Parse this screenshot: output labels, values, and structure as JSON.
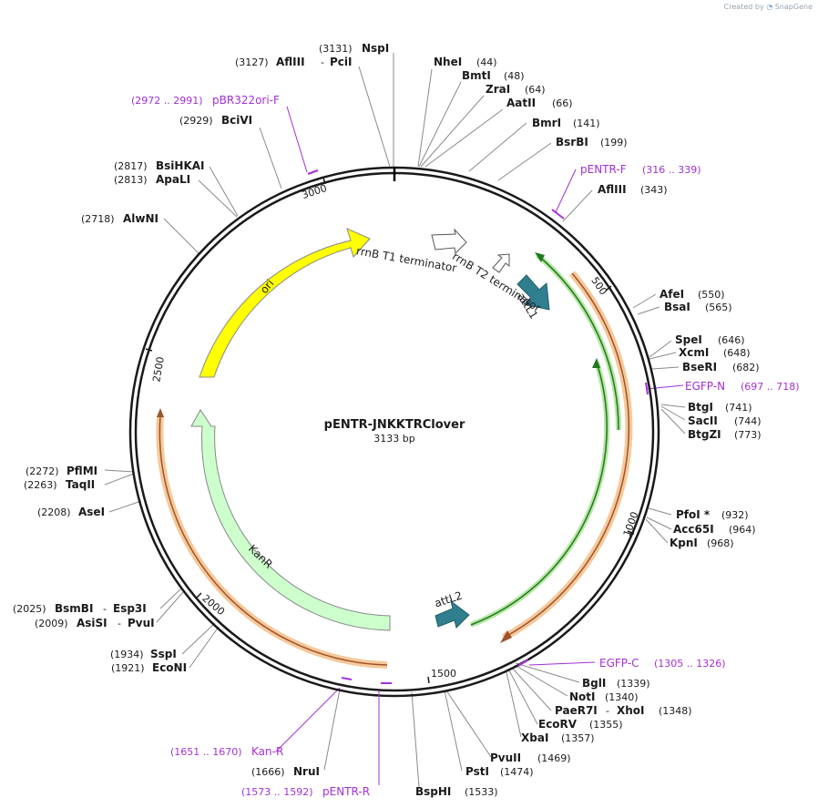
{
  "branding": {
    "created_by": "Created by",
    "brand": "SnapGene"
  },
  "plasmid": {
    "name": "pENTR-JNKKTRClover",
    "length": "3133 bp"
  },
  "ticks": [
    "500",
    "1000",
    "1500",
    "2000",
    "2500",
    "3000"
  ],
  "colors": {
    "primer": "#a42fd6",
    "ori": "#ffff00",
    "kanr": "#ccffcc",
    "att": "#2f7f8f",
    "egfp": "#1e7a1e",
    "orange": "#f0a860"
  },
  "features": {
    "ori": "ori",
    "kanr": "KanR",
    "attl1": "attL1",
    "attl2": "attL2",
    "rrnb_t1": "rrnB T1 terminator",
    "rrnb_t2": "rrnB T2 terminator"
  },
  "enzymes": {
    "nspi": {
      "name": "NspI",
      "pos": "(3131)"
    },
    "afliii_pcii": {
      "name": "AflIII",
      "name2": "PciI",
      "pos": "(3127)"
    },
    "nhei": {
      "name": "NheI",
      "pos": "(44)"
    },
    "bmti": {
      "name": "BmtI",
      "pos": "(48)"
    },
    "zrai": {
      "name": "ZraI",
      "pos": "(64)"
    },
    "aatii": {
      "name": "AatII",
      "pos": "(66)"
    },
    "bmri": {
      "name": "BmrI",
      "pos": "(141)"
    },
    "bsrbi": {
      "name": "BsrBI",
      "pos": "(199)"
    },
    "afliii": {
      "name": "AflIII",
      "pos": "(343)"
    },
    "afei": {
      "name": "AfeI",
      "pos": "(550)"
    },
    "bsai": {
      "name": "BsaI",
      "pos": "(565)"
    },
    "spei": {
      "name": "SpeI",
      "pos": "(646)"
    },
    "xcmi": {
      "name": "XcmI",
      "pos": "(648)"
    },
    "beri": {
      "name": "BseRI",
      "pos": "(682)"
    },
    "btgi": {
      "name": "BtgI",
      "pos": "(741)"
    },
    "sacii": {
      "name": "SacII",
      "pos": "(744)"
    },
    "btgzi": {
      "name": "BtgZI",
      "pos": "(773)"
    },
    "pfoi": {
      "name": "PfoI *",
      "pos": "(932)"
    },
    "acc65i": {
      "name": "Acc65I",
      "pos": "(964)"
    },
    "kpni": {
      "name": "KpnI",
      "pos": "(968)"
    },
    "bgli": {
      "name": "BglI",
      "pos": "(1339)"
    },
    "noti": {
      "name": "NotI",
      "pos": "(1340)"
    },
    "paer7i": {
      "name": "PaeR7I",
      "name2": "XhoI",
      "pos": "(1348)"
    },
    "ecorv": {
      "name": "EcoRV",
      "pos": "(1355)"
    },
    "xbai": {
      "name": "XbaI",
      "pos": "(1357)"
    },
    "pvuii": {
      "name": "PvuII",
      "pos": "(1469)"
    },
    "psti": {
      "name": "PstI",
      "pos": "(1474)"
    },
    "bsphi": {
      "name": "BspHI",
      "pos": "(1533)"
    },
    "nrui": {
      "name": "NruI",
      "pos": "(1666)"
    },
    "econi": {
      "name": "EcoNI",
      "pos": "(1921)"
    },
    "sspi": {
      "name": "SspI",
      "pos": "(1934)"
    },
    "asisi": {
      "name": "AsiSI",
      "name2": "PvuI",
      "pos": "(2009)"
    },
    "bsmbi": {
      "name": "BsmBI",
      "name2": "Esp3I",
      "pos": "(2025)"
    },
    "asei": {
      "name": "AseI",
      "pos": "(2208)"
    },
    "taqii": {
      "name": "TaqII",
      "pos": "(2263)"
    },
    "pflmi": {
      "name": "PflMI",
      "pos": "(2272)"
    },
    "alwni": {
      "name": "AlwNI",
      "pos": "(2718)"
    },
    "apali": {
      "name": "ApaLI",
      "pos": "(2813)"
    },
    "bsihkai": {
      "name": "BsiHKAI",
      "pos": "(2817)"
    },
    "bcivi": {
      "name": "BciVI",
      "pos": "(2929)"
    }
  },
  "primers": {
    "pbr322": {
      "name": "pBR322ori-F",
      "pos": "(2972 .. 2991)"
    },
    "pentr_f": {
      "name": "pENTR-F",
      "pos": "(316 .. 339)"
    },
    "egfp_n": {
      "name": "EGFP-N",
      "pos": "(697 .. 718)"
    },
    "egfp_c": {
      "name": "EGFP-C",
      "pos": "(1305 .. 1326)"
    },
    "kan_r": {
      "name": "Kan-R",
      "pos": "(1651 .. 1670)"
    },
    "pentr_r": {
      "name": "pENTR-R",
      "pos": "(1573 .. 1592)"
    }
  }
}
